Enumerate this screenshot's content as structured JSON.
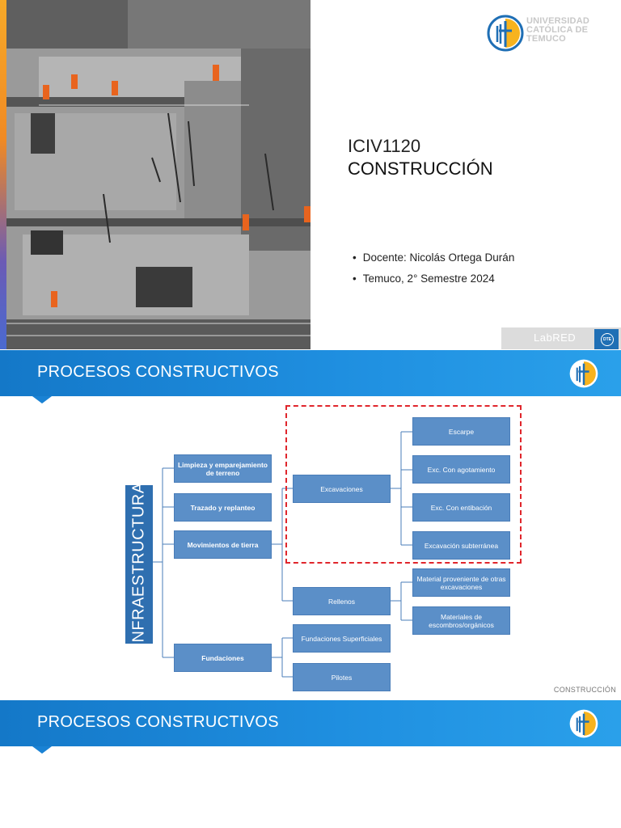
{
  "slide1": {
    "university": [
      "UNIVERSIDAD",
      "CATÓLICA DE",
      "TEMUCO"
    ],
    "course_code": "ICIV1120",
    "course_name": "CONSTRUCCIÓN",
    "bullets": [
      "Docente: Nicolás Ortega Durán",
      "Temuco, 2° Semestre 2024"
    ],
    "lab_label": "LabRED",
    "dte_label": "DTE"
  },
  "slide2": {
    "header_title": "PROCESOS CONSTRUCTIVOS",
    "root_label": "INFRAESTRUCTURA",
    "level1": [
      "Limpieza y emparejamiento de terreno",
      "Trazado y replanteo",
      "Movimientos de tierra",
      "Fundaciones"
    ],
    "level2": [
      "Excavaciones",
      "Rellenos",
      "Fundaciones Superficiales",
      "Pilotes"
    ],
    "level3_excavaciones": [
      "Escarpe",
      "Exc. Con agotamiento",
      "Exc. Con entibación",
      "Excavación subterránea"
    ],
    "level3_rellenos": [
      "Material proveniente de otras excavaciones",
      "Materiales de escombros/orgánicos"
    ],
    "footer": "CONSTRUCCIÓN"
  },
  "slide3": {
    "header_title": "PROCESOS CONSTRUCTIVOS"
  },
  "colors": {
    "band_blue": "#1f8fe0",
    "box_blue": "#5b8fc8",
    "root_blue": "#2f6fb0",
    "dashed_red": "#e0262c",
    "logo_yellow": "#f7b31e"
  }
}
